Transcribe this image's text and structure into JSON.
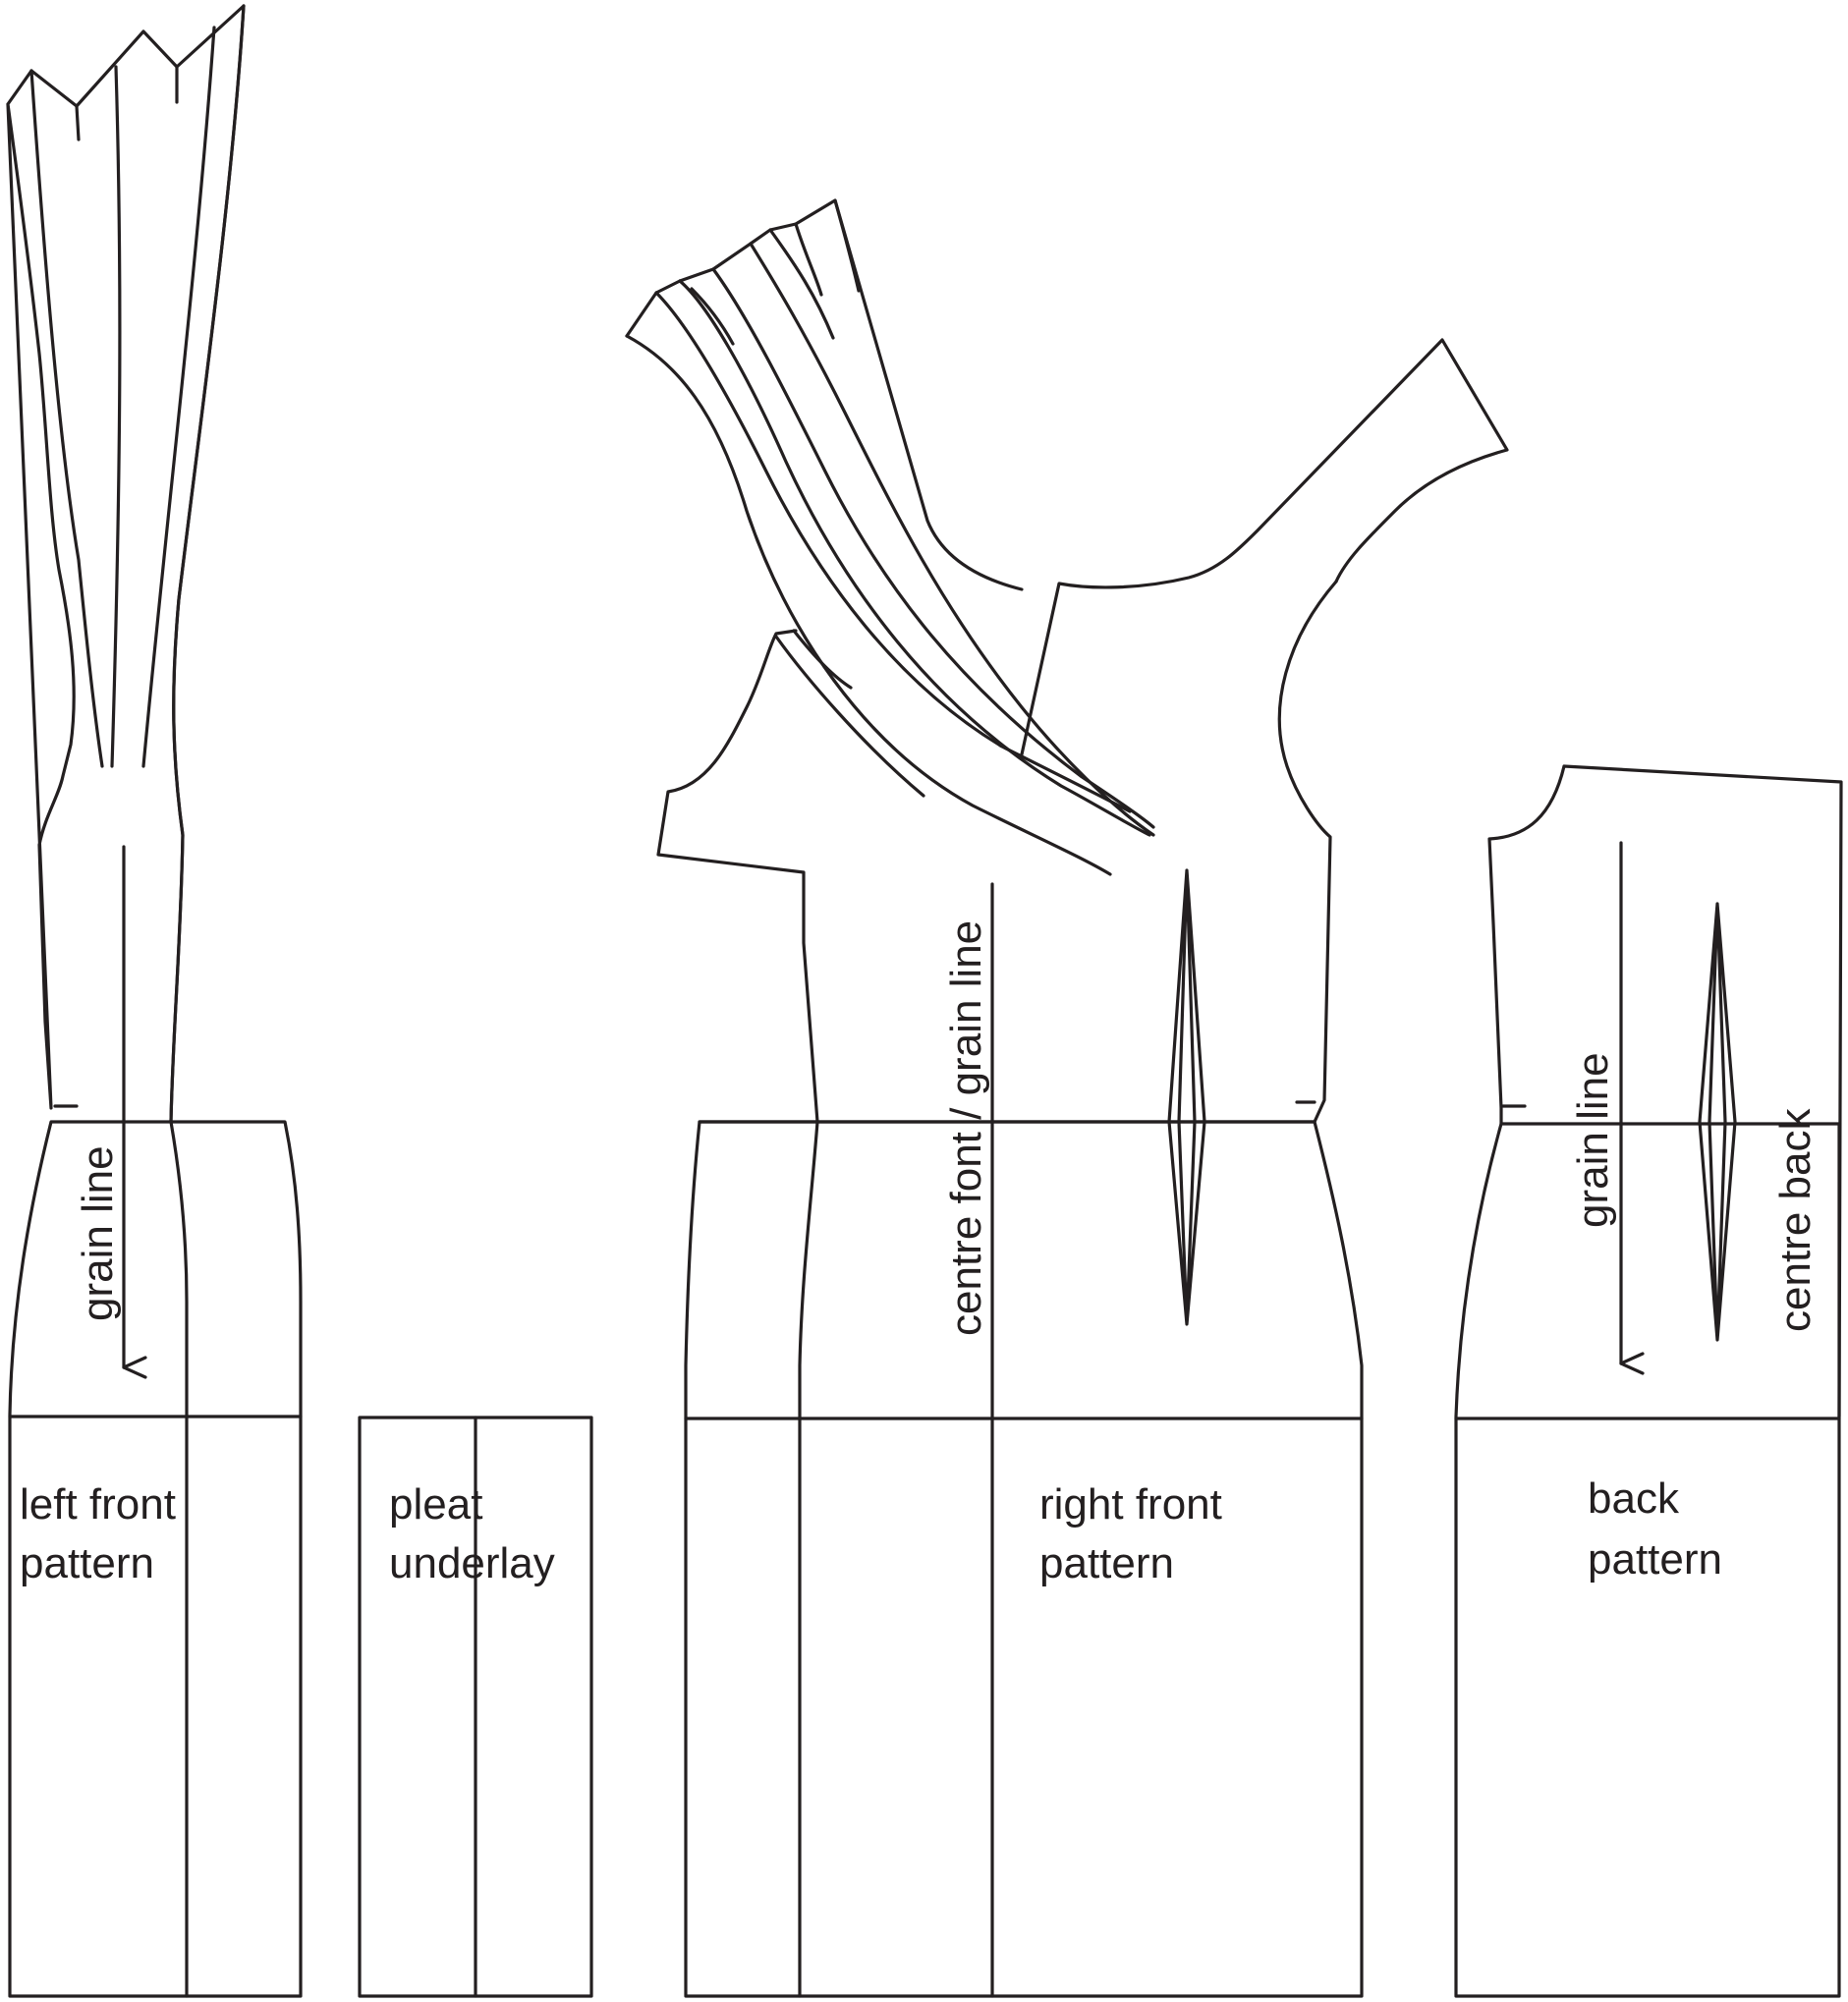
{
  "diagram": {
    "line_color": "#231f20",
    "background": "#ffffff",
    "pieces": {
      "left_front": {
        "label_line1": "left front",
        "label_line2": "pattern",
        "grain_label": "grain line"
      },
      "pleat_underlay": {
        "label_line1": "pleat",
        "label_line2": "underlay"
      },
      "right_front": {
        "label_line1": "right front",
        "label_line2": "pattern",
        "grain_label": "centre font / grain line"
      },
      "back": {
        "label_line1": "back",
        "label_line2": "pattern",
        "grain_label": "grain line",
        "edge_label": "centre back"
      }
    }
  }
}
